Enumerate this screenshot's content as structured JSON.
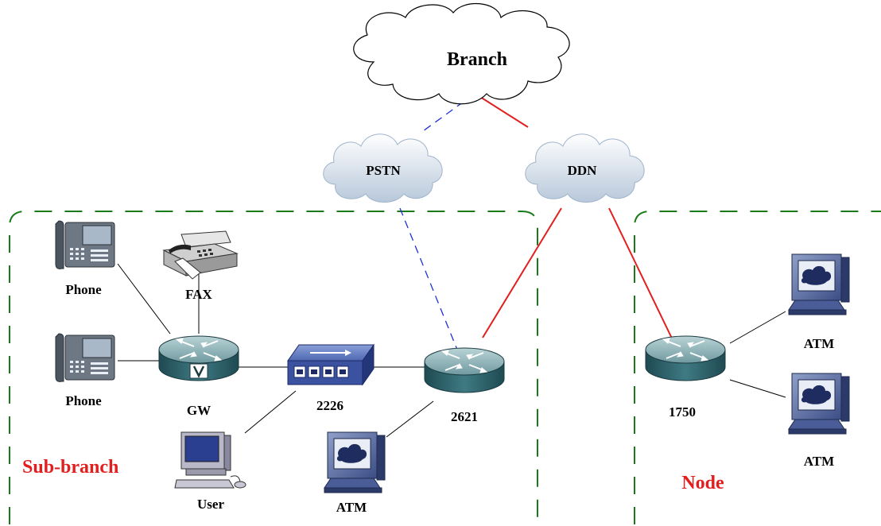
{
  "labels": {
    "branch": "Branch",
    "pstn": "PSTN",
    "ddn": "DDN",
    "phone_top": "Phone",
    "phone_bottom": "Phone",
    "fax": "FAX",
    "gw": "GW",
    "switch_2226": "2226",
    "router_2621": "2621",
    "user": "User",
    "atm_subbranch": "ATM",
    "sub_branch": "Sub-branch",
    "router_1750": "1750",
    "atm_node_top": "ATM",
    "atm_node_bottom": "ATM",
    "node": "Node"
  },
  "colors": {
    "zone_border": "#1a7a1a",
    "ddn_link": "#e31e1e",
    "pstn_link": "#1f2fd6",
    "zone_label": "#e31e1e",
    "router_body": "#2f6670"
  },
  "icons": {
    "phones": "ip-phone-icon",
    "fax": "fax-machine-icon",
    "gw": "voice-gateway-router-icon",
    "switch": "switch-icon",
    "routers": "router-icon",
    "user": "workstation-icon",
    "atm": "atm-terminal-icon",
    "clouds": "cloud-icon"
  }
}
